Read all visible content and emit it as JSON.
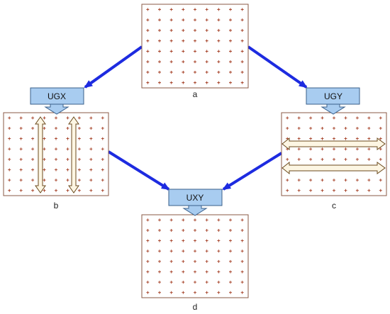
{
  "panels": [
    {
      "id": "a",
      "label": "a"
    },
    {
      "id": "b",
      "label": "b"
    },
    {
      "id": "c",
      "label": "c"
    },
    {
      "id": "d",
      "label": "d"
    }
  ],
  "operations": [
    {
      "id": "ugx",
      "label": "UGX"
    },
    {
      "id": "ugy",
      "label": "UGY"
    },
    {
      "id": "uxy",
      "label": "UXY"
    }
  ],
  "colors": {
    "arrow": "#1d2be0",
    "box_fill": "#a8ccf0",
    "box_stroke": "#3a5f8a",
    "point_color": "#a33b20",
    "scan_arrow_fill": "#fdf6e3",
    "scan_arrow_stroke": "#6b4a1c"
  }
}
